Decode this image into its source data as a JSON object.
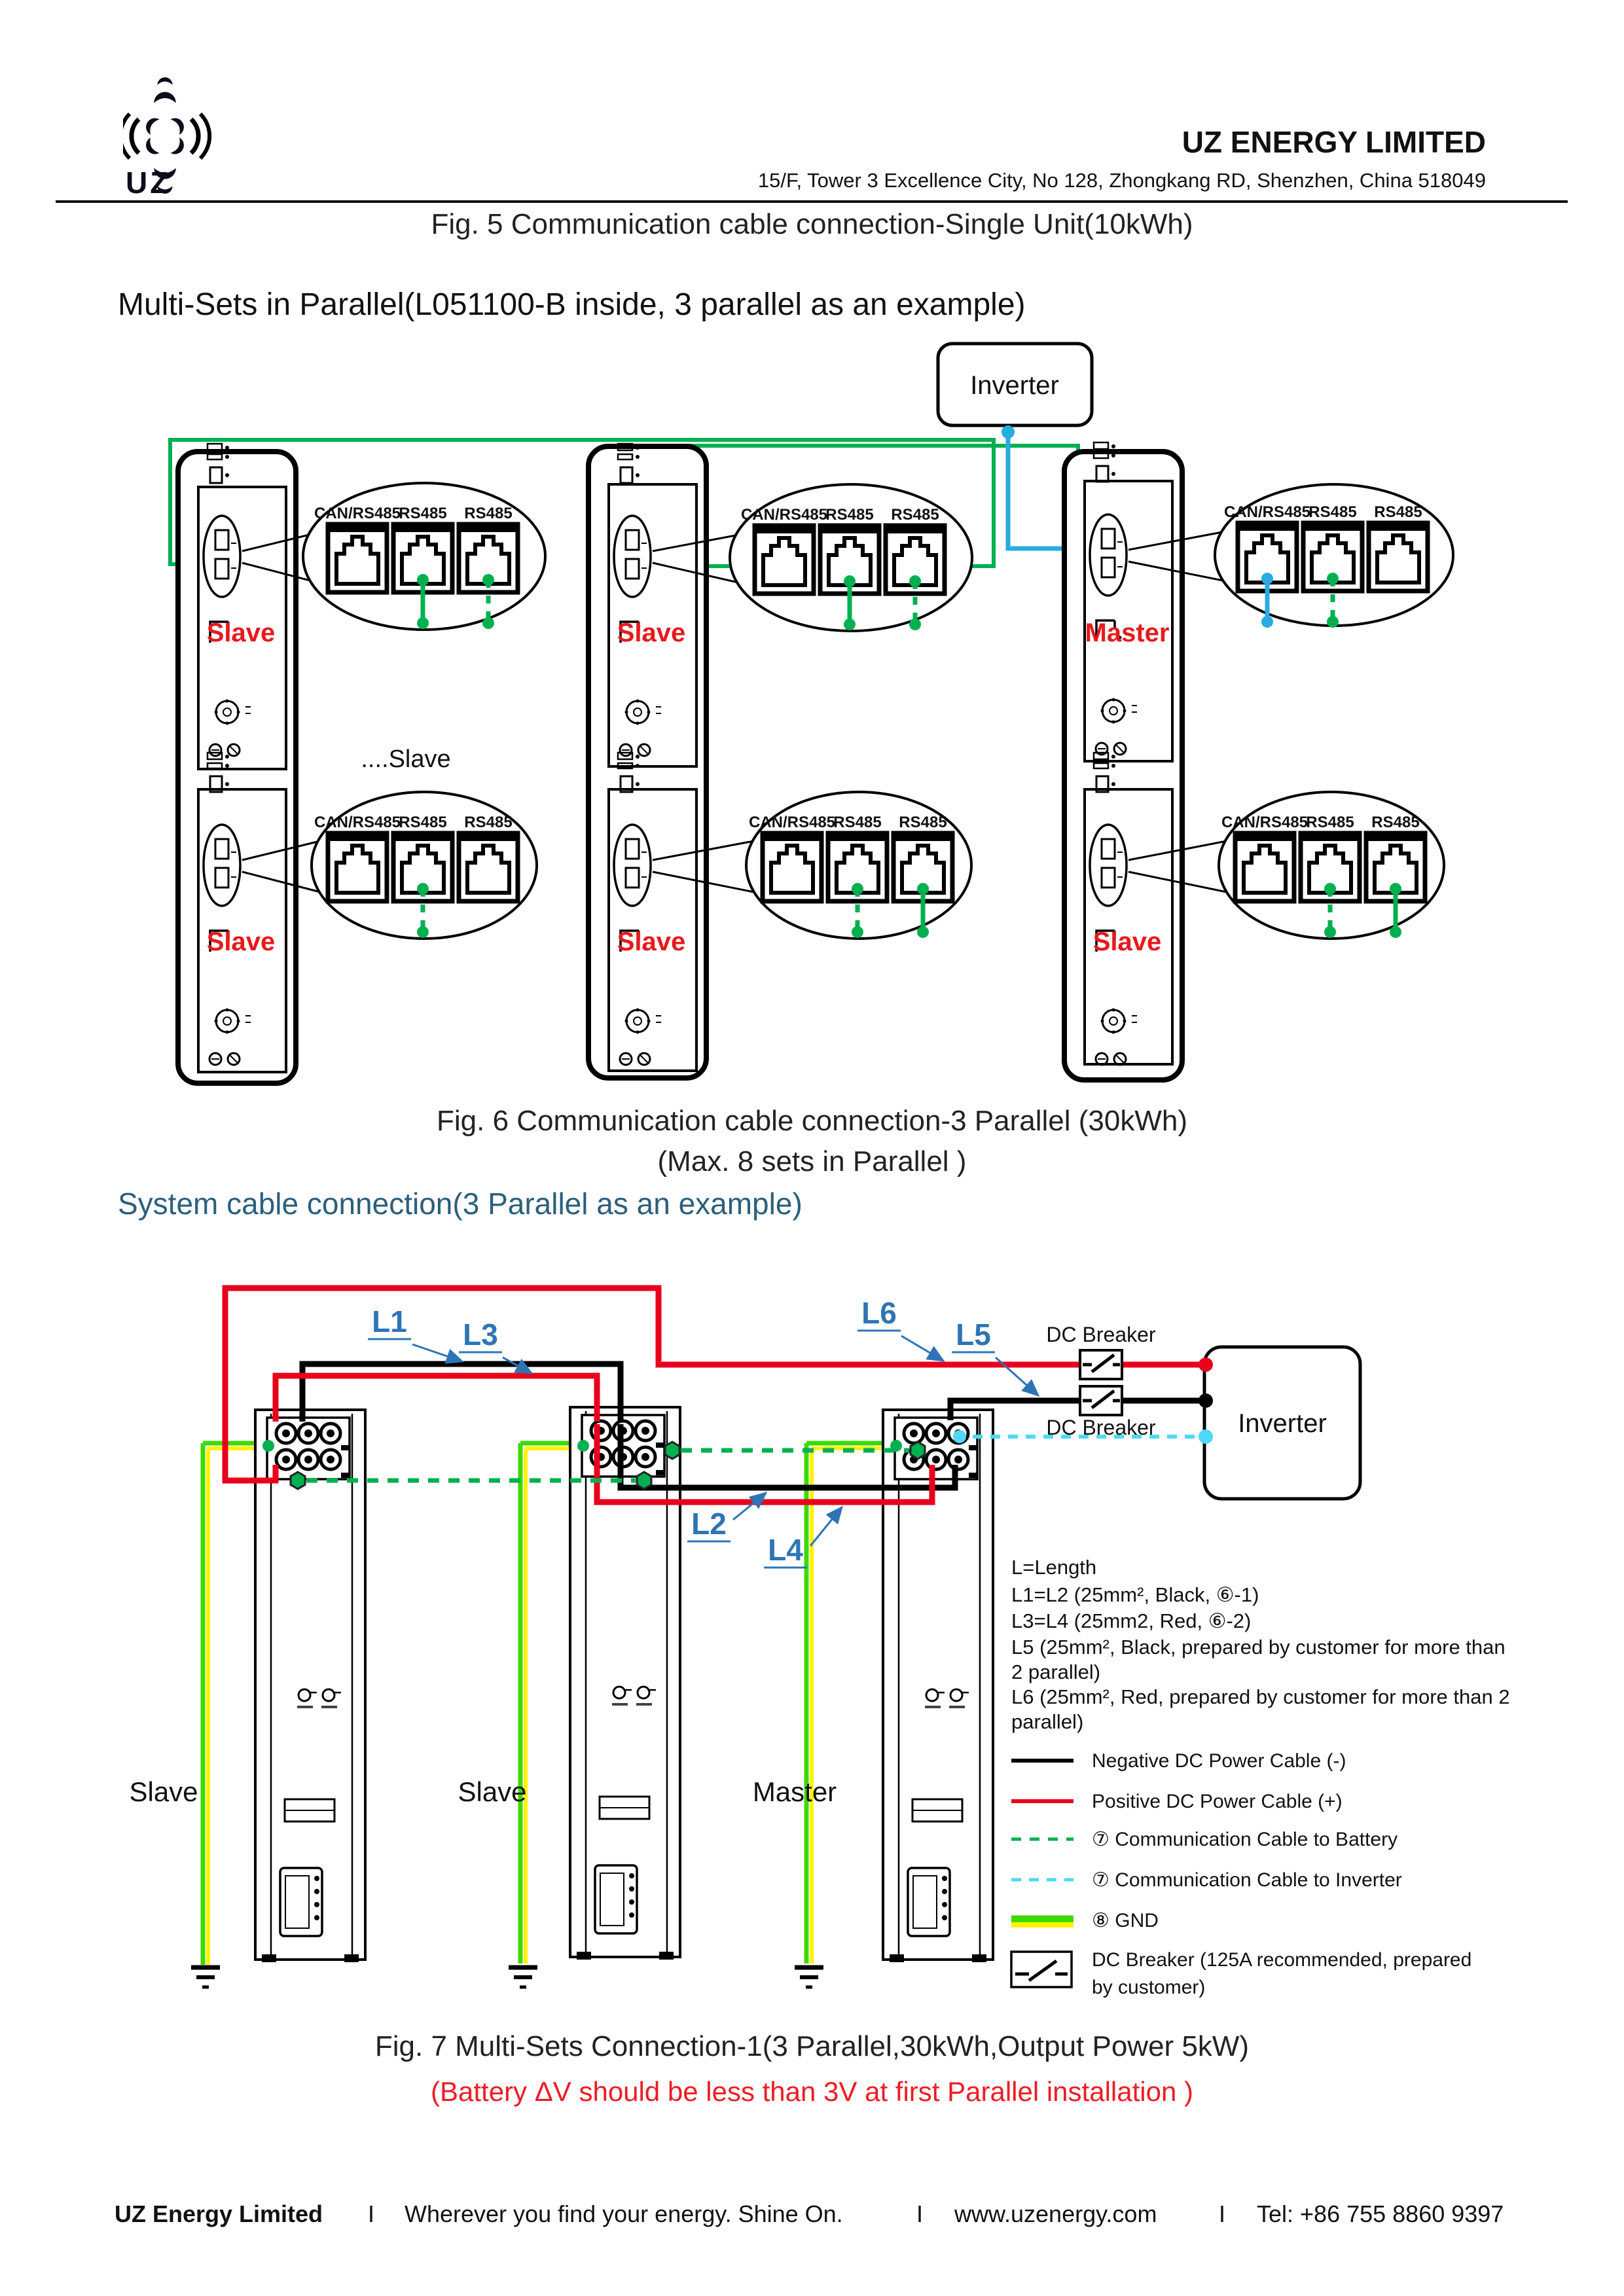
{
  "header": {
    "logo_text": "UZ",
    "company_name": "UZ ENERGY LIMITED",
    "address": "15/F, Tower 3 Excellence City, No 128, Zhongkang RD, Shenzhen, China 518049"
  },
  "fig5": {
    "caption": "Fig. 5 Communication cable connection-Single Unit(10kWh)"
  },
  "section1": {
    "title": "Multi-Sets in Parallel(L051100-B inside, 3 parallel as an example)"
  },
  "diagram1": {
    "inverter_label": "Inverter",
    "port_labels": [
      "CAN/RS485",
      "RS485",
      "RS485"
    ],
    "top_row_labels": [
      "Slave",
      "Slave",
      "Master"
    ],
    "bottom_row_labels": [
      "Slave",
      "Slave",
      "Slave"
    ],
    "more_units_label": "....Slave"
  },
  "fig6": {
    "caption": "Fig. 6 Communication cable connection-3 Parallel (30kWh)",
    "subcaption": "(Max. 8 sets in Parallel )"
  },
  "section2": {
    "title": "System cable connection(3 Parallel as an example)"
  },
  "diagram2": {
    "inverter_label": "Inverter",
    "dc_breaker_label": "DC Breaker",
    "unit_labels": [
      "Slave",
      "Slave",
      "Master"
    ],
    "wire_labels": {
      "l1": "L1",
      "l2": "L2",
      "l3": "L3",
      "l4": "L4",
      "l5": "L5",
      "l6": "L6"
    },
    "notes": [
      "L=Length",
      "L1=L2 (25mm², Black, ⑥-1)",
      "L3=L4 (25mm2, Red, ⑥-2)",
      "L5 (25mm², Black, prepared by customer for more than",
      "2 parallel)",
      "L6 (25mm², Red, prepared by customer for more than 2",
      "parallel)"
    ],
    "legend": {
      "negative": "Negative DC Power Cable (-)",
      "positive": "Positive DC Power Cable (+)",
      "comm_battery": "⑦ Communication Cable to Battery",
      "comm_inverter": "⑦ Communication Cable to Inverter",
      "gnd": "⑧ GND",
      "dc_breaker_line1": "DC Breaker (125A recommended, prepared",
      "dc_breaker_line2": "by customer)"
    }
  },
  "fig7": {
    "caption": "Fig. 7 Multi-Sets Connection-1(3 Parallel,30kWh,Output Power 5kW)",
    "note": "(Battery ΔV should be less than 3V at first Parallel installation )"
  },
  "footer": {
    "company": "UZ Energy Limited",
    "separator": "I",
    "slogan": "Wherever you find your energy. Shine On.",
    "website": "www.uzenergy.com",
    "phone": "Tel: +86 755 8860 9397"
  },
  "colors": {
    "comm_green": "#00B050",
    "comm_blue": "#29ABE2",
    "comm_cyan": "#4FD8F7",
    "wire_red": "#E8001C",
    "gnd_green": "#3BDB00",
    "gnd_yellow": "#FFF200",
    "label_blue": "#2E74B5",
    "heading_blue": "#2B5F7C",
    "unit_red": "#E8191C"
  }
}
